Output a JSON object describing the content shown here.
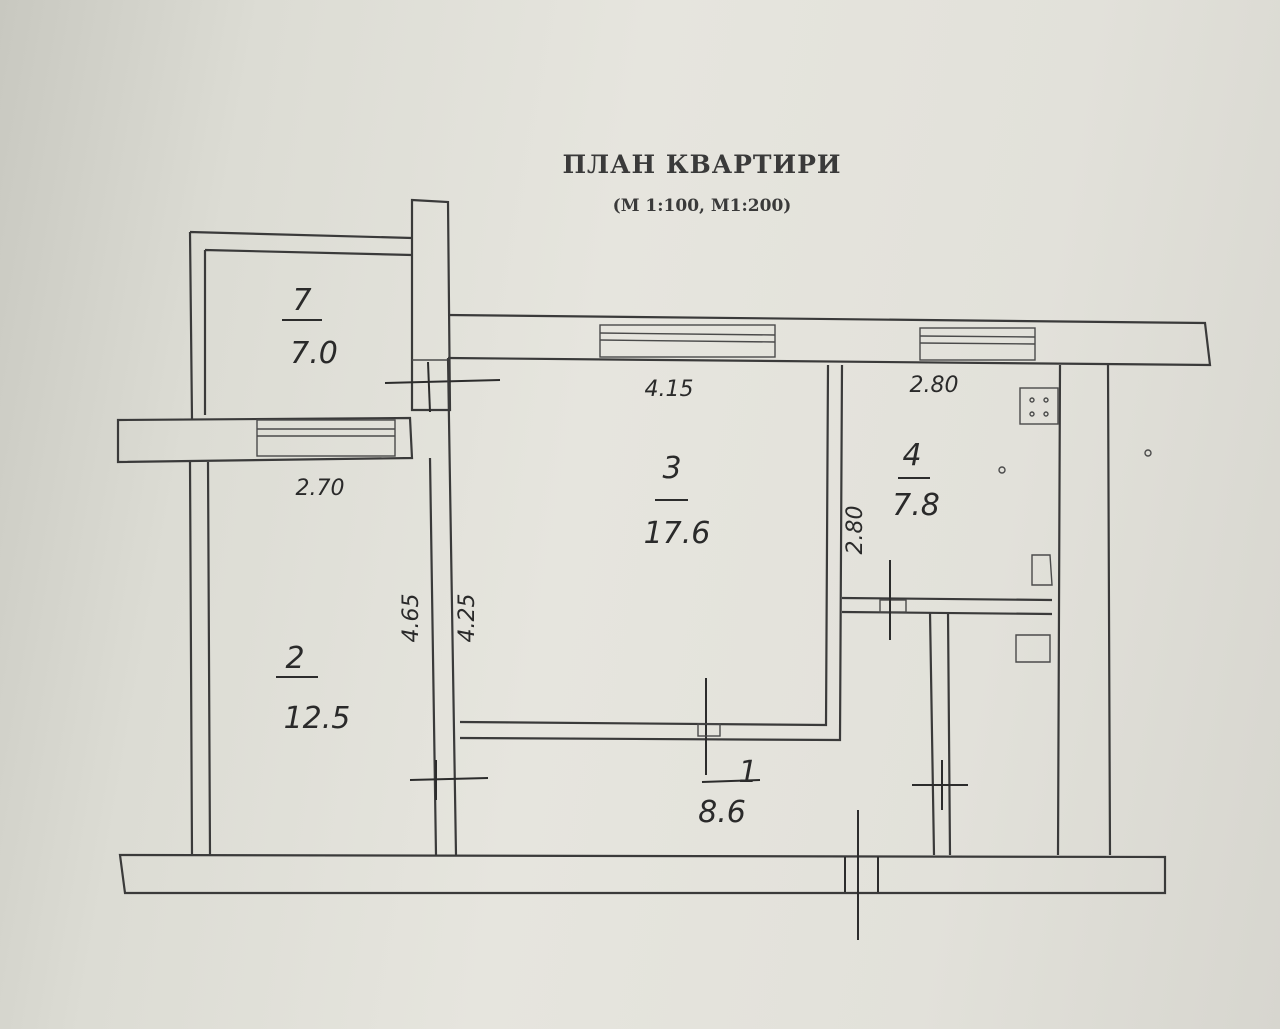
{
  "title": "ПЛАН КВАРТИРИ",
  "scale": "(М 1:100, М1:200)",
  "rooms": [
    {
      "number": "7",
      "area": "7.0"
    },
    {
      "number": "2",
      "area": "12.5"
    },
    {
      "number": "3",
      "area": "17.6"
    },
    {
      "number": "4",
      "area": "7.8"
    },
    {
      "number": "1",
      "area": "8.6"
    }
  ],
  "dimensions": {
    "room3_width": "4.15",
    "room4_width": "2.80",
    "room2_width": "2.70",
    "room2_length": "4.65",
    "room3_length": "4.25",
    "room4_length": "2.80"
  }
}
